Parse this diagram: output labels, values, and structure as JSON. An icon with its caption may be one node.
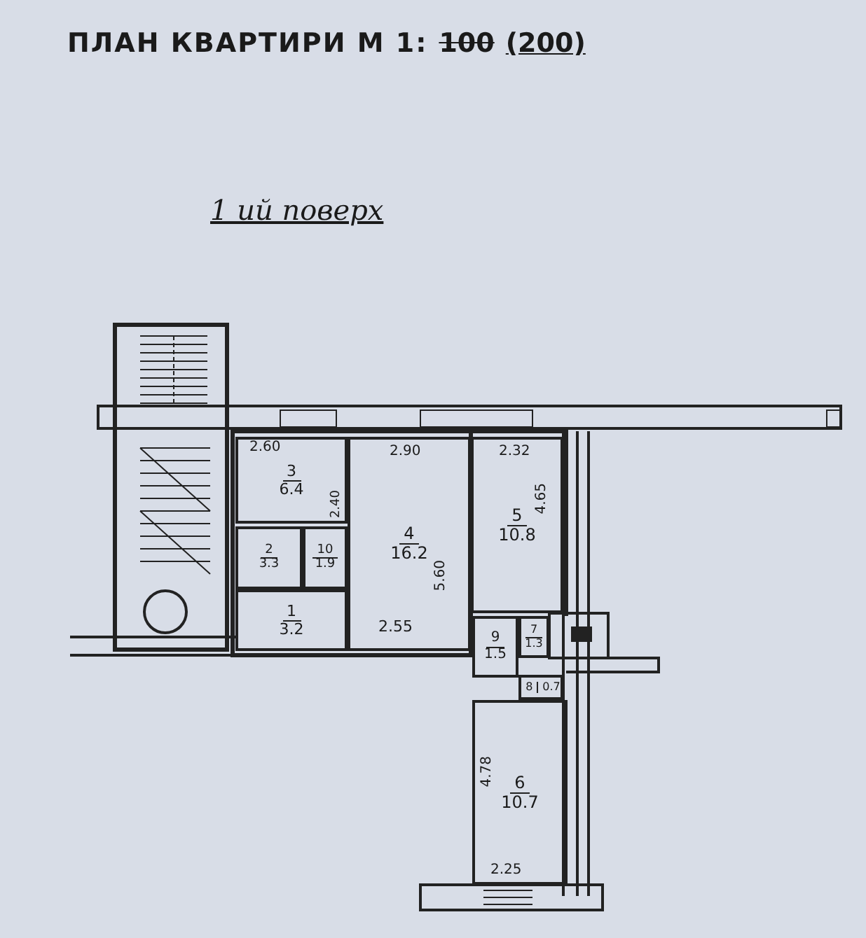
{
  "diagram": {
    "title": "ПЛАН КВАРТИРИ М 1:",
    "nodes": [
      {
        "text": [
          "3",
          "6.4"
        ]
      },
      {
        "text": [
          "2",
          "3.3"
        ]
      },
      {
        "text": [
          "10",
          "1.9"
        ]
      },
      {
        "text": [
          "1",
          "3.2"
        ]
      },
      {
        "text": [
          "4",
          "16.2"
        ]
      },
      {
        "text": [
          "5",
          "10.8"
        ]
      },
      {
        "text": [
          "7",
          "1.3"
        ]
      },
      {
        "text": [
          "9",
          "1.5"
        ]
      },
      {
        "text": [
          "8",
          "0.7"
        ]
      },
      {
        "text": [
          "6",
          "10.7"
        ]
      }
    ],
    "labels": [
      "100",
      "(200)",
      "1 ий поверх",
      "2.60",
      "2.40",
      "2.90",
      "5.60",
      "2.55",
      "2.32",
      "4.65",
      "4.78",
      "2.25"
    ]
  }
}
